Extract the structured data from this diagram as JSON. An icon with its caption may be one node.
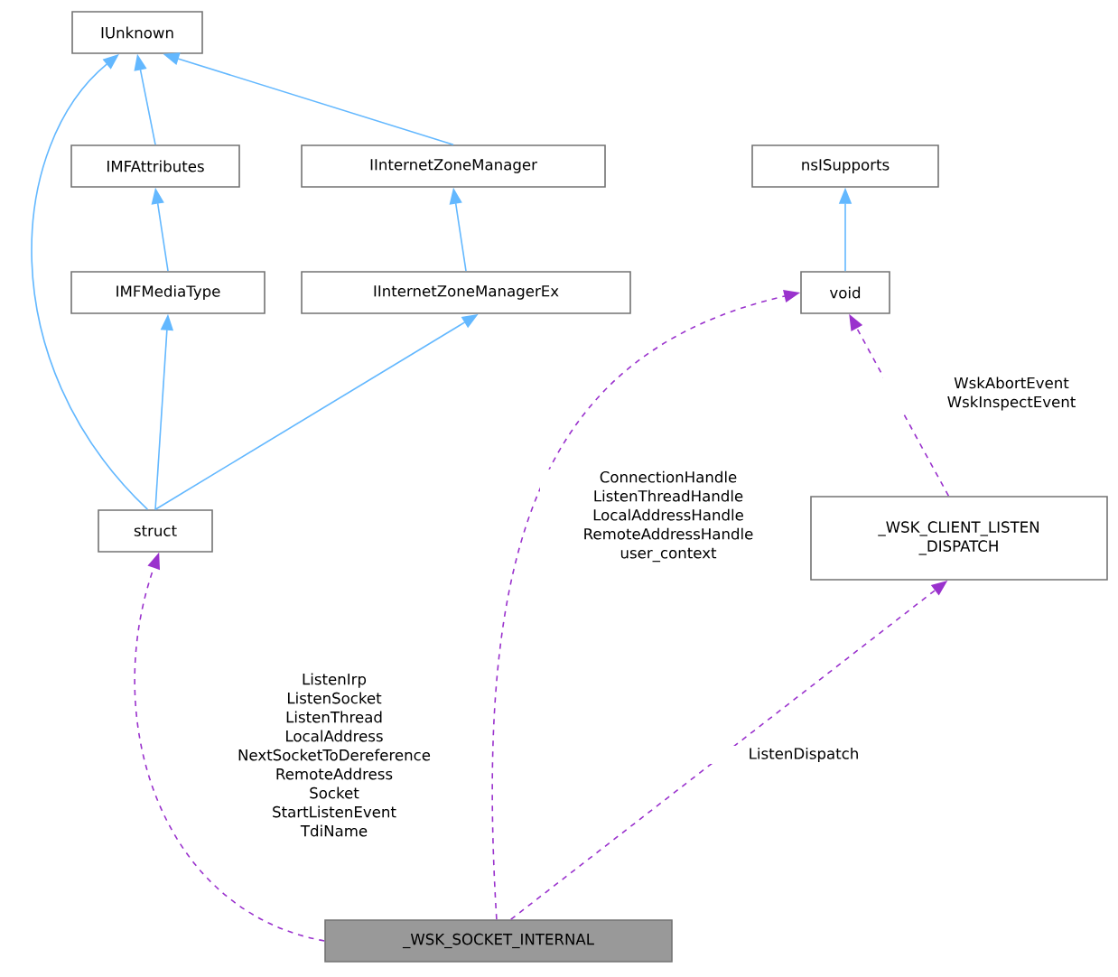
{
  "diagram": {
    "nodes": [
      {
        "text": [
          "IUnknown"
        ]
      },
      {
        "text": [
          "IMFAttributes"
        ]
      },
      {
        "text": [
          "IInternetZoneManager"
        ]
      },
      {
        "text": [
          "nsISupports"
        ]
      },
      {
        "text": [
          "IMFMediaType"
        ]
      },
      {
        "text": [
          "IInternetZoneManagerEx"
        ]
      },
      {
        "text": [
          "void"
        ]
      },
      {
        "text": [
          "struct"
        ]
      },
      {
        "text": [
          "_WSK_CLIENT_LISTEN _DISPATCH"
        ]
      },
      {
        "text": [
          "_WSK_SOCKET_INTERNAL"
        ]
      }
    ],
    "edges": [
      {
        "from": 1,
        "to": 0,
        "arrow": "to"
      },
      {
        "from": 2,
        "to": 0,
        "arrow": "to"
      },
      {
        "from": 7,
        "to": 0,
        "arrow": "to"
      },
      {
        "from": 4,
        "to": 1,
        "arrow": "to"
      },
      {
        "from": 5,
        "to": 2,
        "arrow": "to"
      },
      {
        "from": 7,
        "to": 4,
        "arrow": "to"
      },
      {
        "from": 7,
        "to": 5,
        "arrow": "to"
      },
      {
        "from": 6,
        "to": 3,
        "arrow": "to"
      },
      {
        "from": 8,
        "to": 6,
        "arrow": "to",
        "label": "WskAbortEvent WskInspectEvent",
        "style": "dashed",
        "color": "#9a32cd"
      },
      {
        "from": 9,
        "to": 6,
        "arrow": "to",
        "label": "ConnectionHandle ListenThreadHandle LocalAddressHandle RemoteAddressHandle user_context",
        "style": "dashed",
        "color": "#9a32cd"
      },
      {
        "from": 9,
        "to": 7,
        "arrow": "to",
        "label": "ListenIrp ListenSocket ListenThread LocalAddress NextSocketToDereference RemoteAddress Socket StartListenEvent TdiName",
        "style": "dashed",
        "color": "#9a32cd"
      },
      {
        "from": 9,
        "to": 8,
        "arrow": "to",
        "label": "ListenDispatch",
        "style": "dashed",
        "color": "#9a32cd"
      }
    ]
  }
}
